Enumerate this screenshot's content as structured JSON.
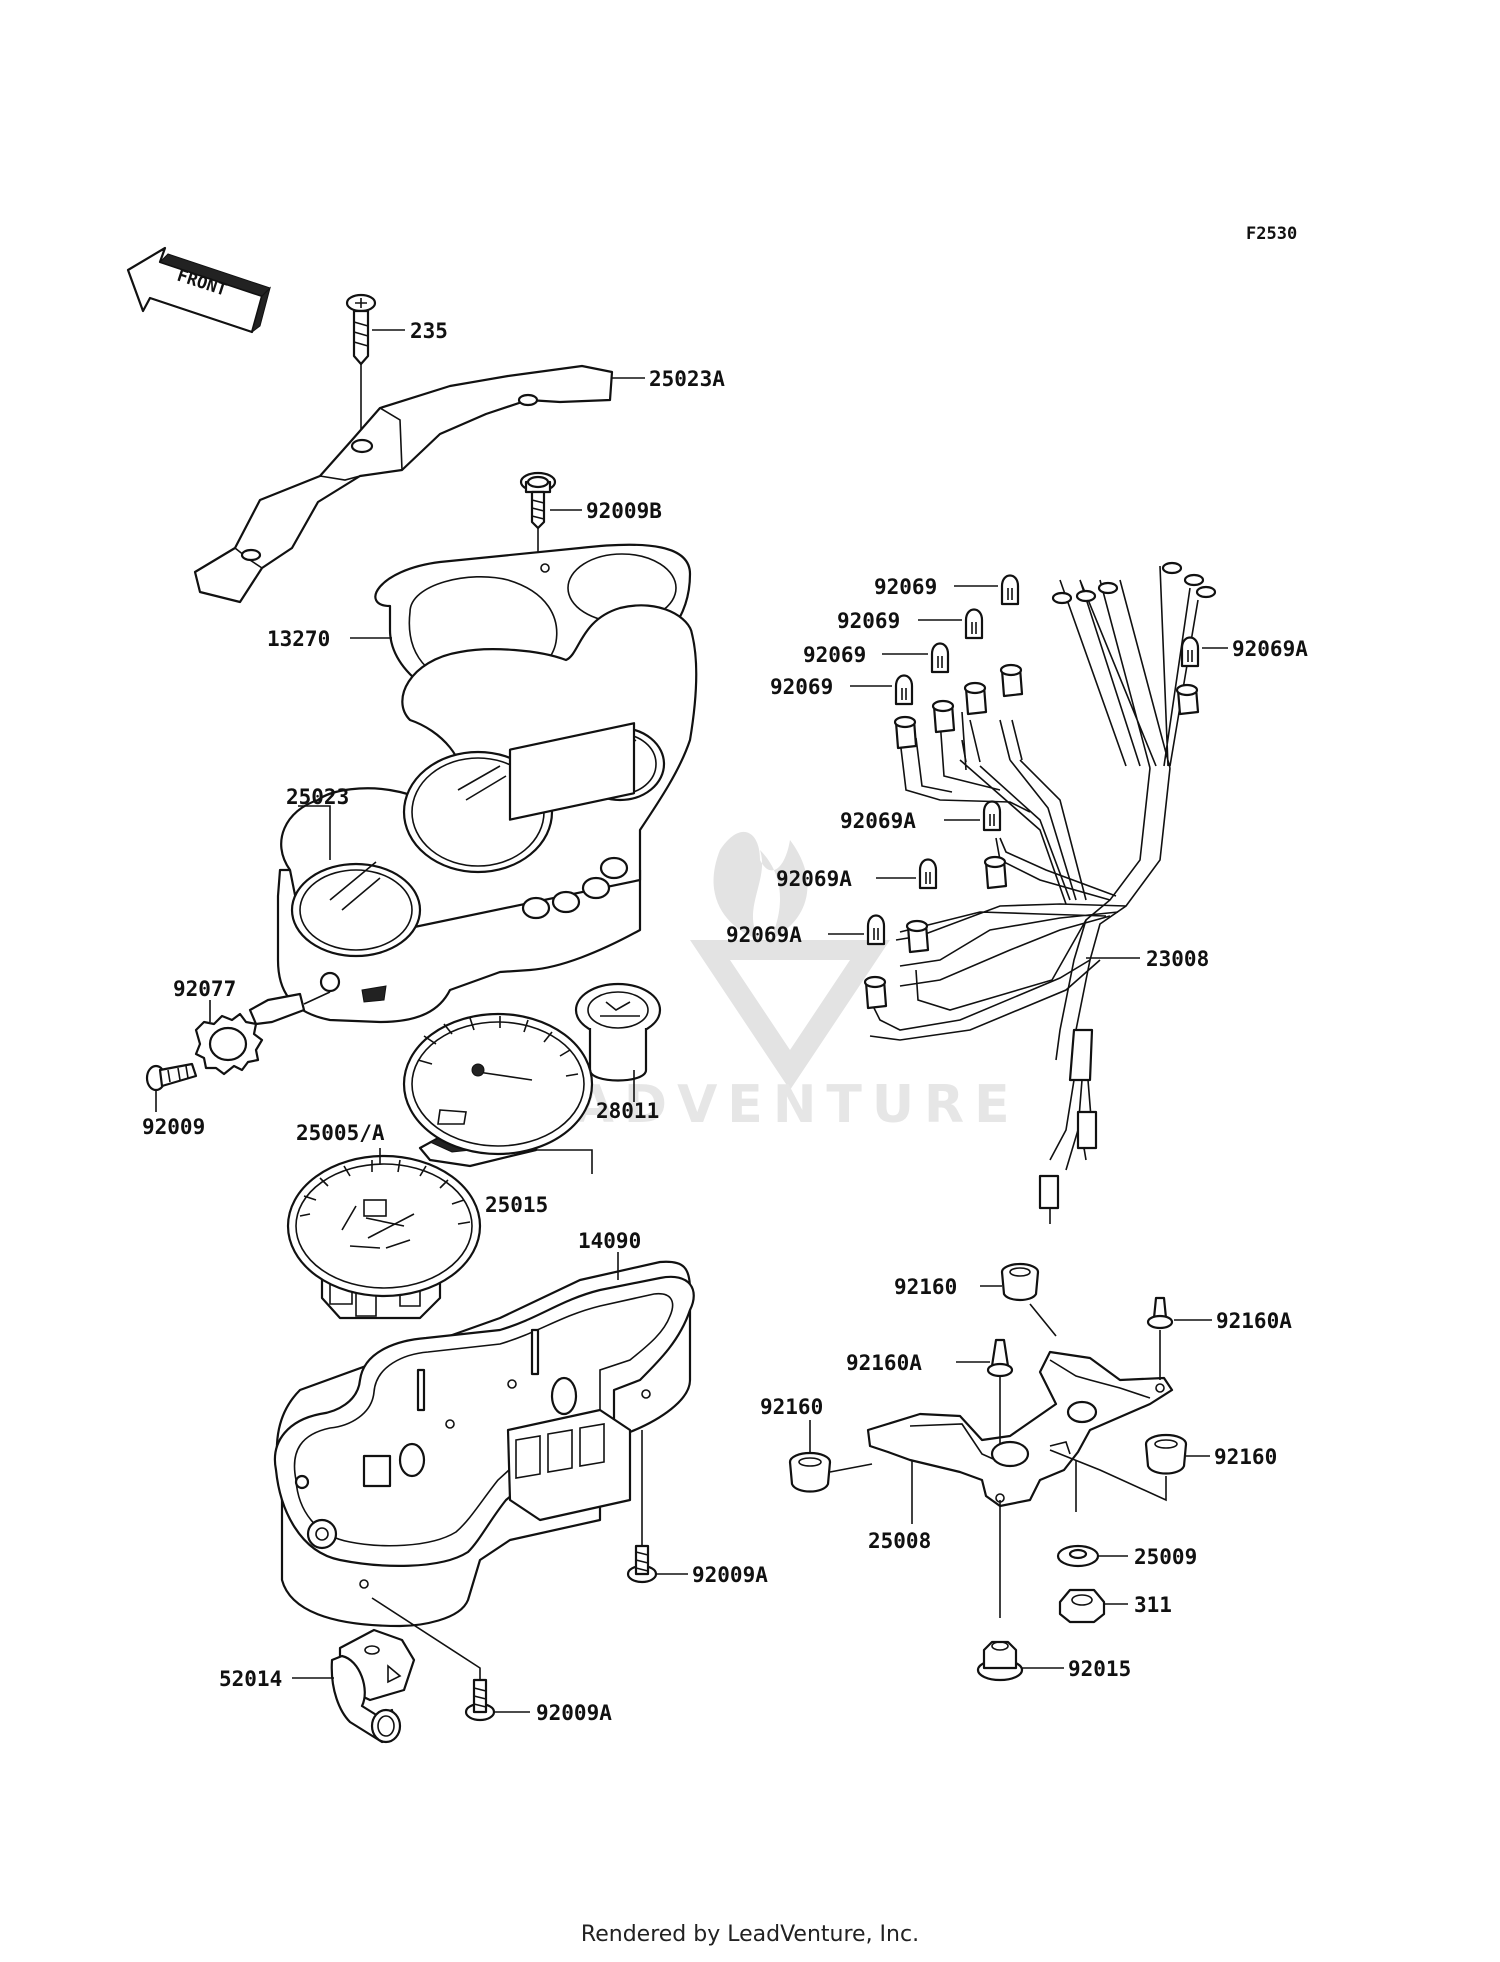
{
  "figure_code": "F2530",
  "front_label": "FRONT",
  "watermark": "LEADVENTURE",
  "footer": "Rendered by LeadVenture, Inc.",
  "parts": {
    "p235": "235",
    "p25023A": "25023A",
    "p92009B": "92009B",
    "p13270": "13270",
    "p25023": "25023",
    "p92077": "92077",
    "p92009": "92009",
    "p28011": "28011",
    "p25005A": "25005/A",
    "p25015": "25015",
    "p14090": "14090",
    "p92009A_1": "92009A",
    "p52014": "52014",
    "p92009A_2": "92009A",
    "p92069_1": "92069",
    "p92069_2": "92069",
    "p92069_3": "92069",
    "p92069_4": "92069",
    "p92069A_1": "92069A",
    "p92069A_2": "92069A",
    "p92069A_3": "92069A",
    "p92069A_4": "92069A",
    "p23008": "23008",
    "p92160_1": "92160",
    "p92160A_1": "92160A",
    "p92160A_2": "92160A",
    "p92160_2": "92160",
    "p92160_3": "92160",
    "p25008": "25008",
    "p25009": "25009",
    "p311": "311",
    "p92015": "92015"
  }
}
